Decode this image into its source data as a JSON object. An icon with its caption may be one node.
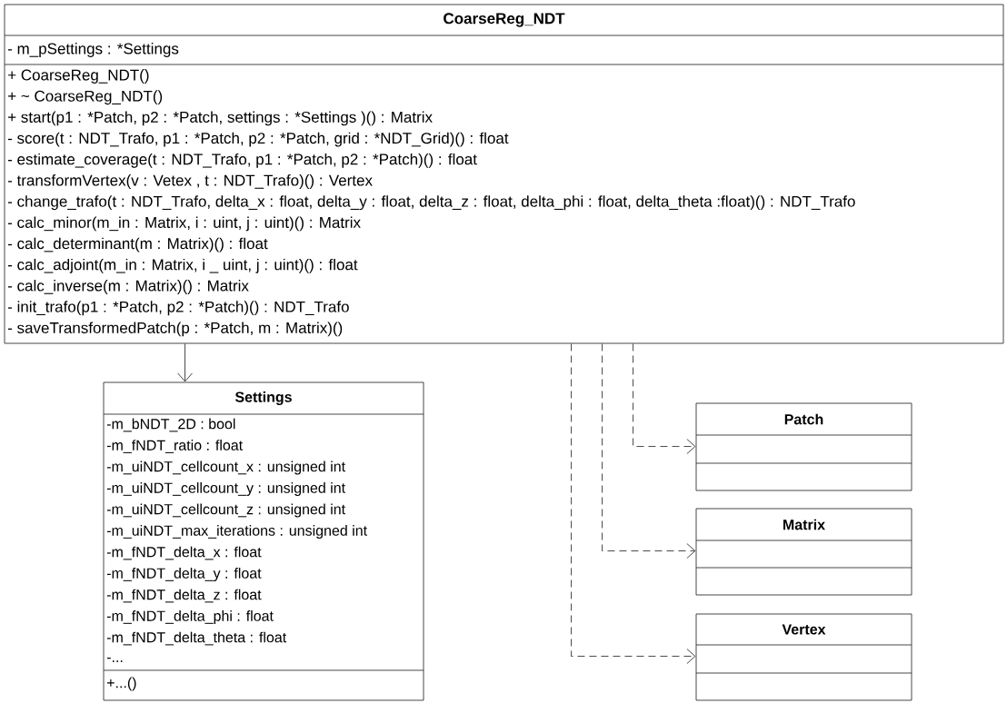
{
  "diagram": {
    "nodes": [
      {
        "text": [
          "CoarseReg_NDT",
          "- m_pSettings : *Settings",
          "+ CoarseReg_NDT()",
          "+ ~ CoarseReg_NDT()",
          "+ start(p1 : *Patch, p2 : *Patch, settings : *Settings )() : Matrix",
          "- score(t : NDT_Trafo, p1 : *Patch, p2 : *Patch, grid : *NDT_Grid)() : float",
          "- estimate_coverage(t : NDT_Trafo, p1 : *Patch, p2 : *Patch)() : float",
          "- transformVertex(v : Vetex , t : NDT_Trafo)() : Vertex",
          "- change_trafo(t : NDT_Trafo, delta_x : float, delta_y : float, delta_z :  float, delta_phi : float, delta_theta :float)() : NDT_Trafo",
          "- calc_minor(m_in : Matrix, i : uint, j : uint)() : Matrix",
          "- calc_determinant(m  : Matrix)() : float",
          "- calc_adjoint(m_in : Matrix, i _ uint, j : uint)() : float",
          "- calc_inverse(m : Matrix)() : Matrix",
          "- init_trafo(p1 : *Patch, p2 : *Patch)() : NDT_Trafo",
          "- saveTransformedPatch(p : *Patch, m : Matrix)()"
        ]
      },
      {
        "text": [
          "Settings",
          "-m_bNDT_2D : bool",
          "-m_fNDT_ratio : float",
          "-m_uiNDT_cellcount_x : unsigned int",
          "-m_uiNDT_cellcount_y : unsigned int",
          "-m_uiNDT_cellcount_z : unsigned int",
          "-m_uiNDT_max_iterations : unsigned int",
          "-m_fNDT_delta_x : float",
          "-m_fNDT_delta_y : float",
          "-m_fNDT_delta_z : float",
          "-m_fNDT_delta_phi : float",
          "-m_fNDT_delta_theta : float",
          "-...",
          "+...()"
        ]
      },
      {
        "text": [
          "Patch"
        ]
      },
      {
        "text": [
          "Matrix"
        ]
      },
      {
        "text": [
          "Vertex"
        ]
      }
    ],
    "edges": [
      {
        "from": 0,
        "to": 1,
        "arrow": "to"
      },
      {
        "from": 0,
        "to": 2,
        "arrow": "to",
        "style": "dashed"
      },
      {
        "from": 0,
        "to": 3,
        "arrow": "to",
        "style": "dashed"
      },
      {
        "from": 0,
        "to": 4,
        "arrow": "to",
        "style": "dashed"
      }
    ]
  }
}
